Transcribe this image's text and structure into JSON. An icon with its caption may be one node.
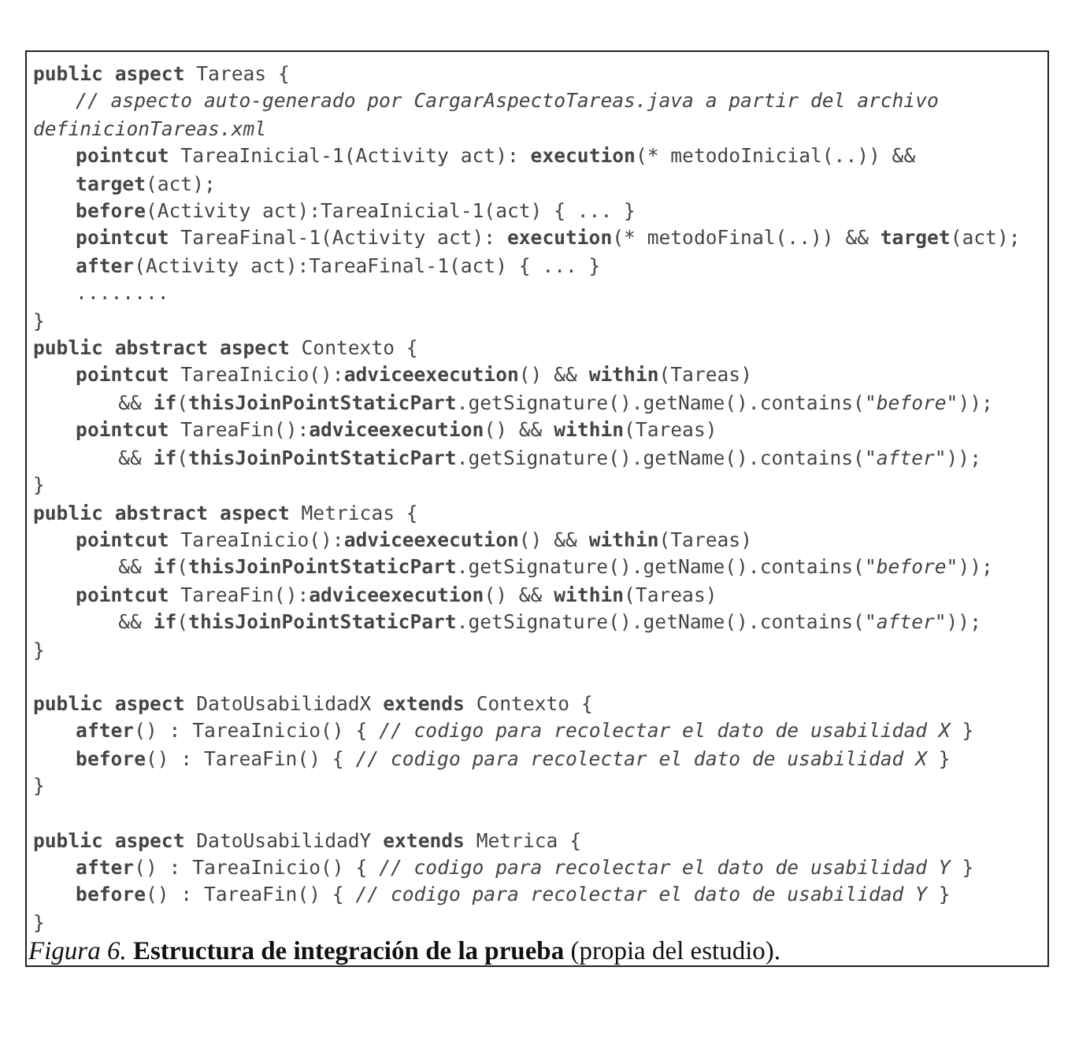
{
  "diagram": {
    "caption": "*Figura 6.* **Estructura de integración de la prueba** (propia del estudio).",
    "labels": [
      "**public aspect** Tareas {",
      "*// aspecto auto-generado por CargarAspectoTareas.java a partir del archivo definicionTareas.xml*",
      "**pointcut** TareaInicial-1(Activity act): **execution**(* metodoInicial(..)) && **target**(act);",
      "**before**(Activity act):TareaInicial-1(act) { ... }",
      "**pointcut** TareaFinal-1(Activity act): **execution**(* metodoFinal(..)) && **target**(act);",
      "**after**(Activity act):TareaFinal-1(act) { ... }",
      "........",
      "}",
      "**public abstract aspect** Contexto {",
      "**pointcut** TareaInicio():**adviceexecution**() && **within**(Tareas)",
      "&& **if**(**thisJoinPointStaticPart**.getSignature().getName().contains(*\"before\"*));",
      "**pointcut** TareaFin():**adviceexecution**() && **within**(Tareas)",
      "&& **if**(**thisJoinPointStaticPart**.getSignature().getName().contains(*\"after\"*));",
      "}",
      "**public abstract aspect** Metricas {",
      "**pointcut** TareaInicio():**adviceexecution**() && **within**(Tareas)",
      "&& **if**(**thisJoinPointStaticPart**.getSignature().getName().contains(*\"before\"*));",
      "**pointcut** TareaFin():**adviceexecution**() && **within**(Tareas)",
      "&& **if**(**thisJoinPointStaticPart**.getSignature().getName().contains(*\"after\"*));",
      "}",
      "**public aspect** DatoUsabilidadX **extends** Contexto {",
      "**after**() : TareaInicio() { *// codigo para recolectar el dato de usabilidad X* }",
      "**before**() : TareaFin() { *// codigo para recolectar el dato de usabilidad X* }",
      "}",
      "**public aspect** DatoUsabilidadY **extends** Metrica {",
      "**after**() : TareaInicio() { *// codigo para recolectar el dato de usabilidad Y* }",
      "**before**() : TareaFin() { *// codigo para recolectar el dato de usabilidad Y* }",
      "}"
    ]
  }
}
